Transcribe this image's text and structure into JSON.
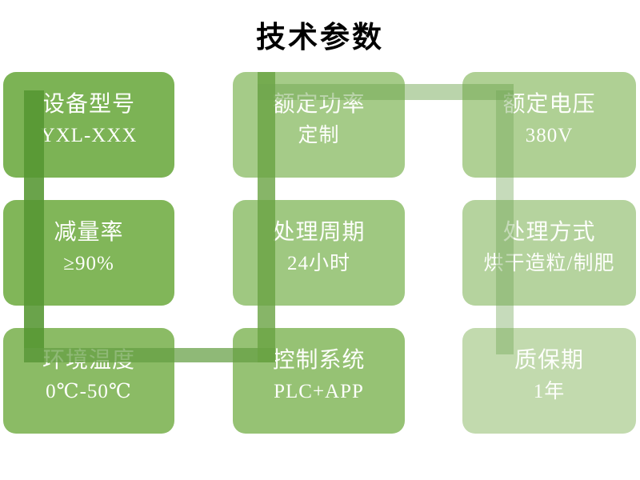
{
  "title": "技术参数",
  "boxes": [
    {
      "label": "设备型号",
      "value": "YXL-XXX",
      "color": "#7CB355"
    },
    {
      "label": "额定功率",
      "value": "定制",
      "color": "#A5CB88"
    },
    {
      "label": "额定电压",
      "value": "380V",
      "color": "#AFD094"
    },
    {
      "label": "减量率",
      "value": "≥90%",
      "color": "#81B659"
    },
    {
      "label": "处理周期",
      "value": "24小时",
      "color": "#9FC881"
    },
    {
      "label": "处理方式",
      "value": "烘干造粒/制肥",
      "color": "#B5D39E"
    },
    {
      "label": "环境温度",
      "value": "0℃-50℃",
      "color": "#8BBB65"
    },
    {
      "label": "控制系统",
      "value": "PLC+APP",
      "color": "#96C274"
    },
    {
      "label": "质保期",
      "value": "1年",
      "color": "#C2DAAE"
    }
  ],
  "connector": {
    "col1_stripe": "rgba(85,150,50,0.88)",
    "bottom_band": "rgba(100,158,66,0.72)",
    "col2_stripe": "rgba(105,163,66,0.80)",
    "top_band": "rgba(110,165,80,0.48)",
    "col3_stripe": "rgba(112,166,84,0.40)"
  }
}
